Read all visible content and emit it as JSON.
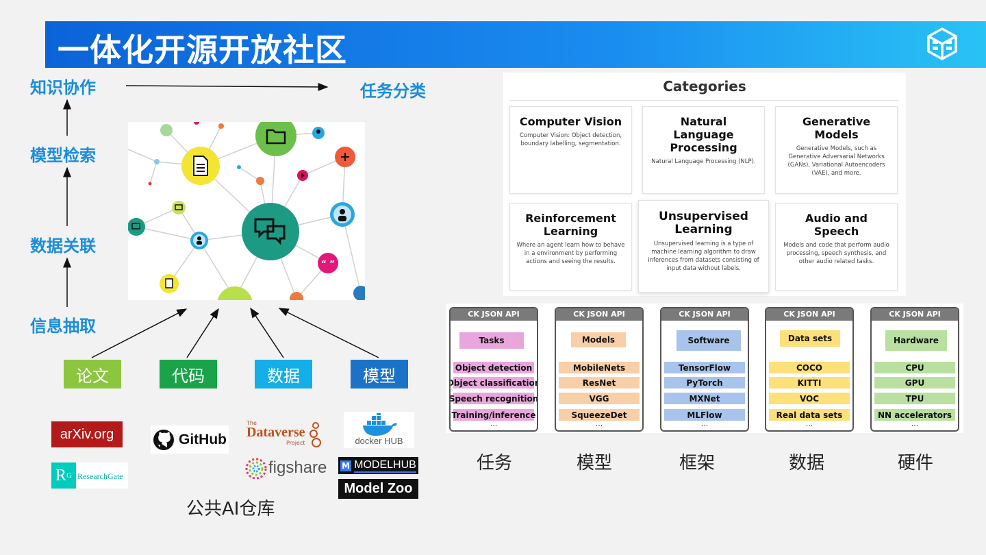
{
  "header": {
    "title": "一体化开源开放社区"
  },
  "flow": {
    "knowledge": "知识协作",
    "task_class": "任务分类",
    "model_search": "模型检索",
    "data_link": "数据关联",
    "info_extract": "信息抽取"
  },
  "tags": [
    {
      "label": "论文",
      "color": "#8cc63f"
    },
    {
      "label": "代码",
      "color": "#1aa34a"
    },
    {
      "label": "数据",
      "color": "#14aee8"
    },
    {
      "label": "模型",
      "color": "#1a73c8"
    }
  ],
  "logos": {
    "arxiv": "arXiv.org",
    "github": "GitHub",
    "dataverse": "Dataverse",
    "dataverse_the": "The",
    "dataverse_project": "Project",
    "docker": "docker HUB",
    "researchgate_mark": "R",
    "researchgate_sup": "G",
    "researchgate": "ResearchGate",
    "figshare": "figshare",
    "modelhub": "MODELHUB",
    "modelzoo": "Model Zoo"
  },
  "repo_caption": "公共AI仓库",
  "categories": {
    "title": "Categories",
    "cards": [
      {
        "title": "Computer Vision",
        "desc": "Computer Vision: Object detection, boundary labelling, segmentation."
      },
      {
        "title": "Natural Language Processing",
        "desc": "Natural Language Processing (NLP)."
      },
      {
        "title": "Generative Models",
        "desc": "Generative Models, such as Generative Adversarial Networks (GANs), Variational Autoencoders (VAE), and more."
      },
      {
        "title": "Reinforcement Learning",
        "desc": "Where an agent learn how to behave in a environment by performing actions and seeing the results."
      },
      {
        "title": "Unsupervised Learning",
        "desc": "Unsupervised learning is a type of machine learning algorithm to draw inferences from datasets consisting of input data without labels."
      },
      {
        "title": "Audio and Speech",
        "desc": "Models and code that perform audio processing, speech synthesis, and other audio related tasks."
      }
    ]
  },
  "ck": {
    "head": "CK JSON API",
    "dots": "...",
    "cards": [
      {
        "main": "Tasks",
        "color": "#e9a6dc",
        "items": [
          "Object detection",
          "Object classification",
          "Speech recognition",
          "Training/inference"
        ],
        "caption": "任务"
      },
      {
        "main": "Models",
        "color": "#f9cfa8",
        "items": [
          "MobileNets",
          "ResNet",
          "VGG",
          "SqueezeDet"
        ],
        "caption": "模型"
      },
      {
        "main": "Software",
        "color": "#a9c4ec",
        "items": [
          "TensorFlow",
          "PyTorch",
          "MXNet",
          "MLFlow"
        ],
        "caption": "框架"
      },
      {
        "main": "Data sets",
        "color": "#fde07a",
        "items": [
          "COCO",
          "KITTI",
          "VOC",
          "Real data sets"
        ],
        "caption": "数据"
      },
      {
        "main": "Hardware",
        "color": "#b9e0a0",
        "items": [
          "CPU",
          "GPU",
          "TPU",
          "NN accelerators"
        ],
        "caption": "硬件"
      }
    ]
  }
}
